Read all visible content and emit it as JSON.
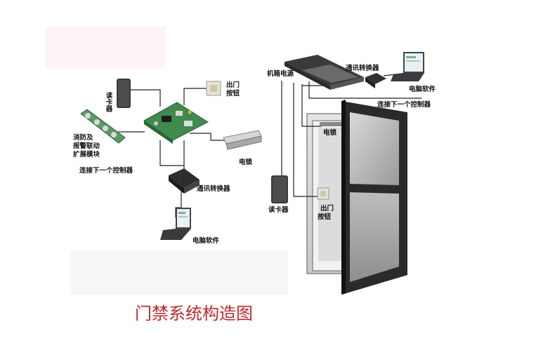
{
  "colors": {
    "caption": "#c0282b",
    "door_frame": "#2a2a2a",
    "board": "#3f8a4c",
    "device_dark": "#2e2e2e",
    "wire": "#222222"
  },
  "left_diagram": {
    "card_reader": "读卡器",
    "exit_button_line1": "出门",
    "exit_button_line2": "按钮",
    "fire_alarm_line1": "消防及",
    "fire_alarm_line2": "报警联动",
    "fire_alarm_line3": "扩展模块",
    "electric_lock": "电锁",
    "next_controller": "连接下一个控制器",
    "converter": "通讯转换器",
    "pc_software": "电脑软件"
  },
  "right_diagram": {
    "power_box": "机箱电源",
    "converter": "通讯转换器",
    "pc_software": "电脑软件",
    "next_controller": "连接下一个控制器",
    "electric_lock": "电锁",
    "card_reader": "读卡器",
    "exit_button_line1": "出门",
    "exit_button_line2": "按钮"
  },
  "caption": "门禁系统构造图"
}
